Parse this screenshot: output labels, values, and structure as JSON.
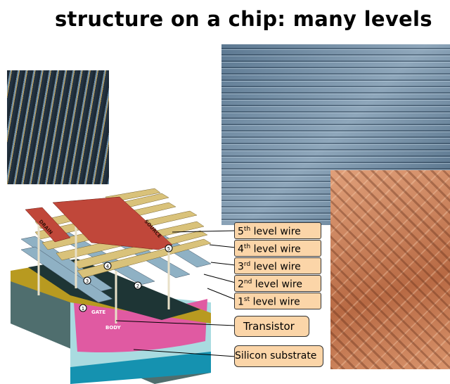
{
  "title": "structure on a chip: many levels",
  "diagram": {
    "labels": {
      "drain": "DRAIN",
      "source": "SOURCE",
      "gate": "GATE",
      "body": "BODY"
    },
    "callouts": [
      {
        "num": "5",
        "sup": "th",
        "text": " level wire"
      },
      {
        "num": "4",
        "sup": "th",
        "text": " level wire"
      },
      {
        "num": "3",
        "sup": "rd",
        "text": " level wire"
      },
      {
        "num": "2",
        "sup": "nd",
        "text": " level wire"
      },
      {
        "num": "1",
        "sup": "st",
        "text": " level wire"
      }
    ],
    "transistor": "Transistor",
    "substrate": "Silicon substrate",
    "markers": [
      "1",
      "2",
      "3",
      "4",
      "5"
    ]
  }
}
